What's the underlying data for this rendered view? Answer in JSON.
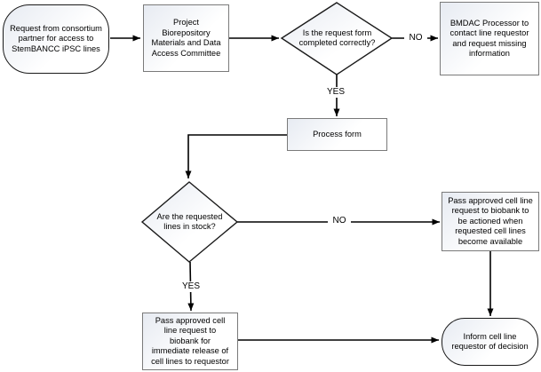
{
  "colors": {
    "shape_fill_top": "#e7ebf2",
    "shape_fill_bottom": "#ffffff",
    "terminator_border": "#1a1a1a",
    "process_border": "#7a7a7a",
    "connector": "#000000",
    "text": "#000000"
  },
  "nodes": {
    "request": {
      "label": "Request from consortium\npartner for access to\nStemBANCC iPSC lines"
    },
    "committee": {
      "label": "Project\nBiorepository\nMaterials and Data\nAccess Committee"
    },
    "form_decision": {
      "label": "Is the request form\ncompleted correctly?"
    },
    "bmdac": {
      "label": "BMDAC Processor to\ncontact line requestor\nand request missing\ninformation"
    },
    "process_form": {
      "label": "Process form"
    },
    "stock_decision": {
      "label": "Are the requested\nlines in stock?"
    },
    "pass_later": {
      "label": "Pass approved cell line\nrequest to biobank to\nbe actioned when\nrequested cell lines\nbecome available"
    },
    "pass_immediate": {
      "label": "Pass approved cell\nline request to\nbiobank for\nimmediate release of\ncell lines to requestor"
    },
    "inform": {
      "label": "Inform cell line\nrequestor of decision"
    }
  },
  "edge_labels": {
    "form_no": "NO",
    "form_yes": "YES",
    "stock_no": "NO",
    "stock_yes": "YES"
  }
}
